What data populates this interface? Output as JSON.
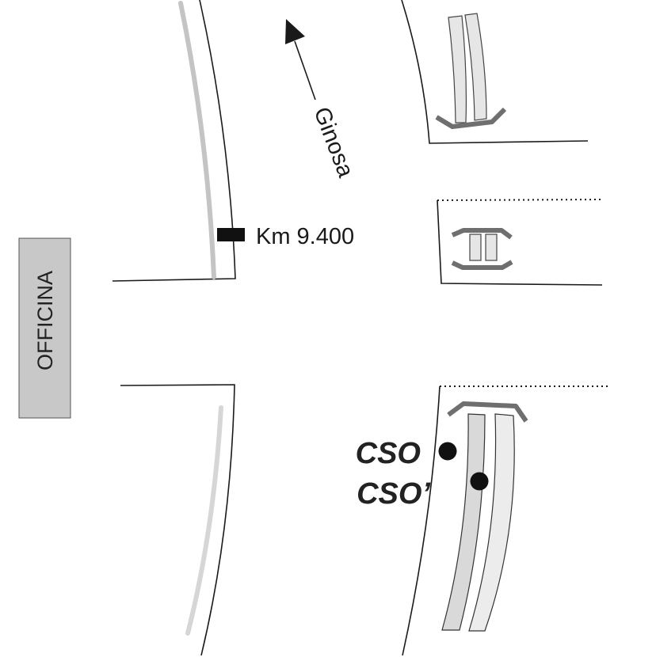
{
  "labels": {
    "direction": "Ginosa",
    "kilometer": "Km 9.400",
    "building": "OFFICINA",
    "point_a": "CSO",
    "point_b": "CSO’"
  },
  "colors": {
    "line": "#1a1a1a",
    "kerb_gray": "#c4c4c4",
    "kerb_light": "#d6d6d6",
    "bracket_gray": "#6f6f6f",
    "lane_dark_fill": "#d9d9d9",
    "lane_light_fill": "#ececec",
    "building_fill": "#c8c8c8",
    "marker": "#111111"
  }
}
